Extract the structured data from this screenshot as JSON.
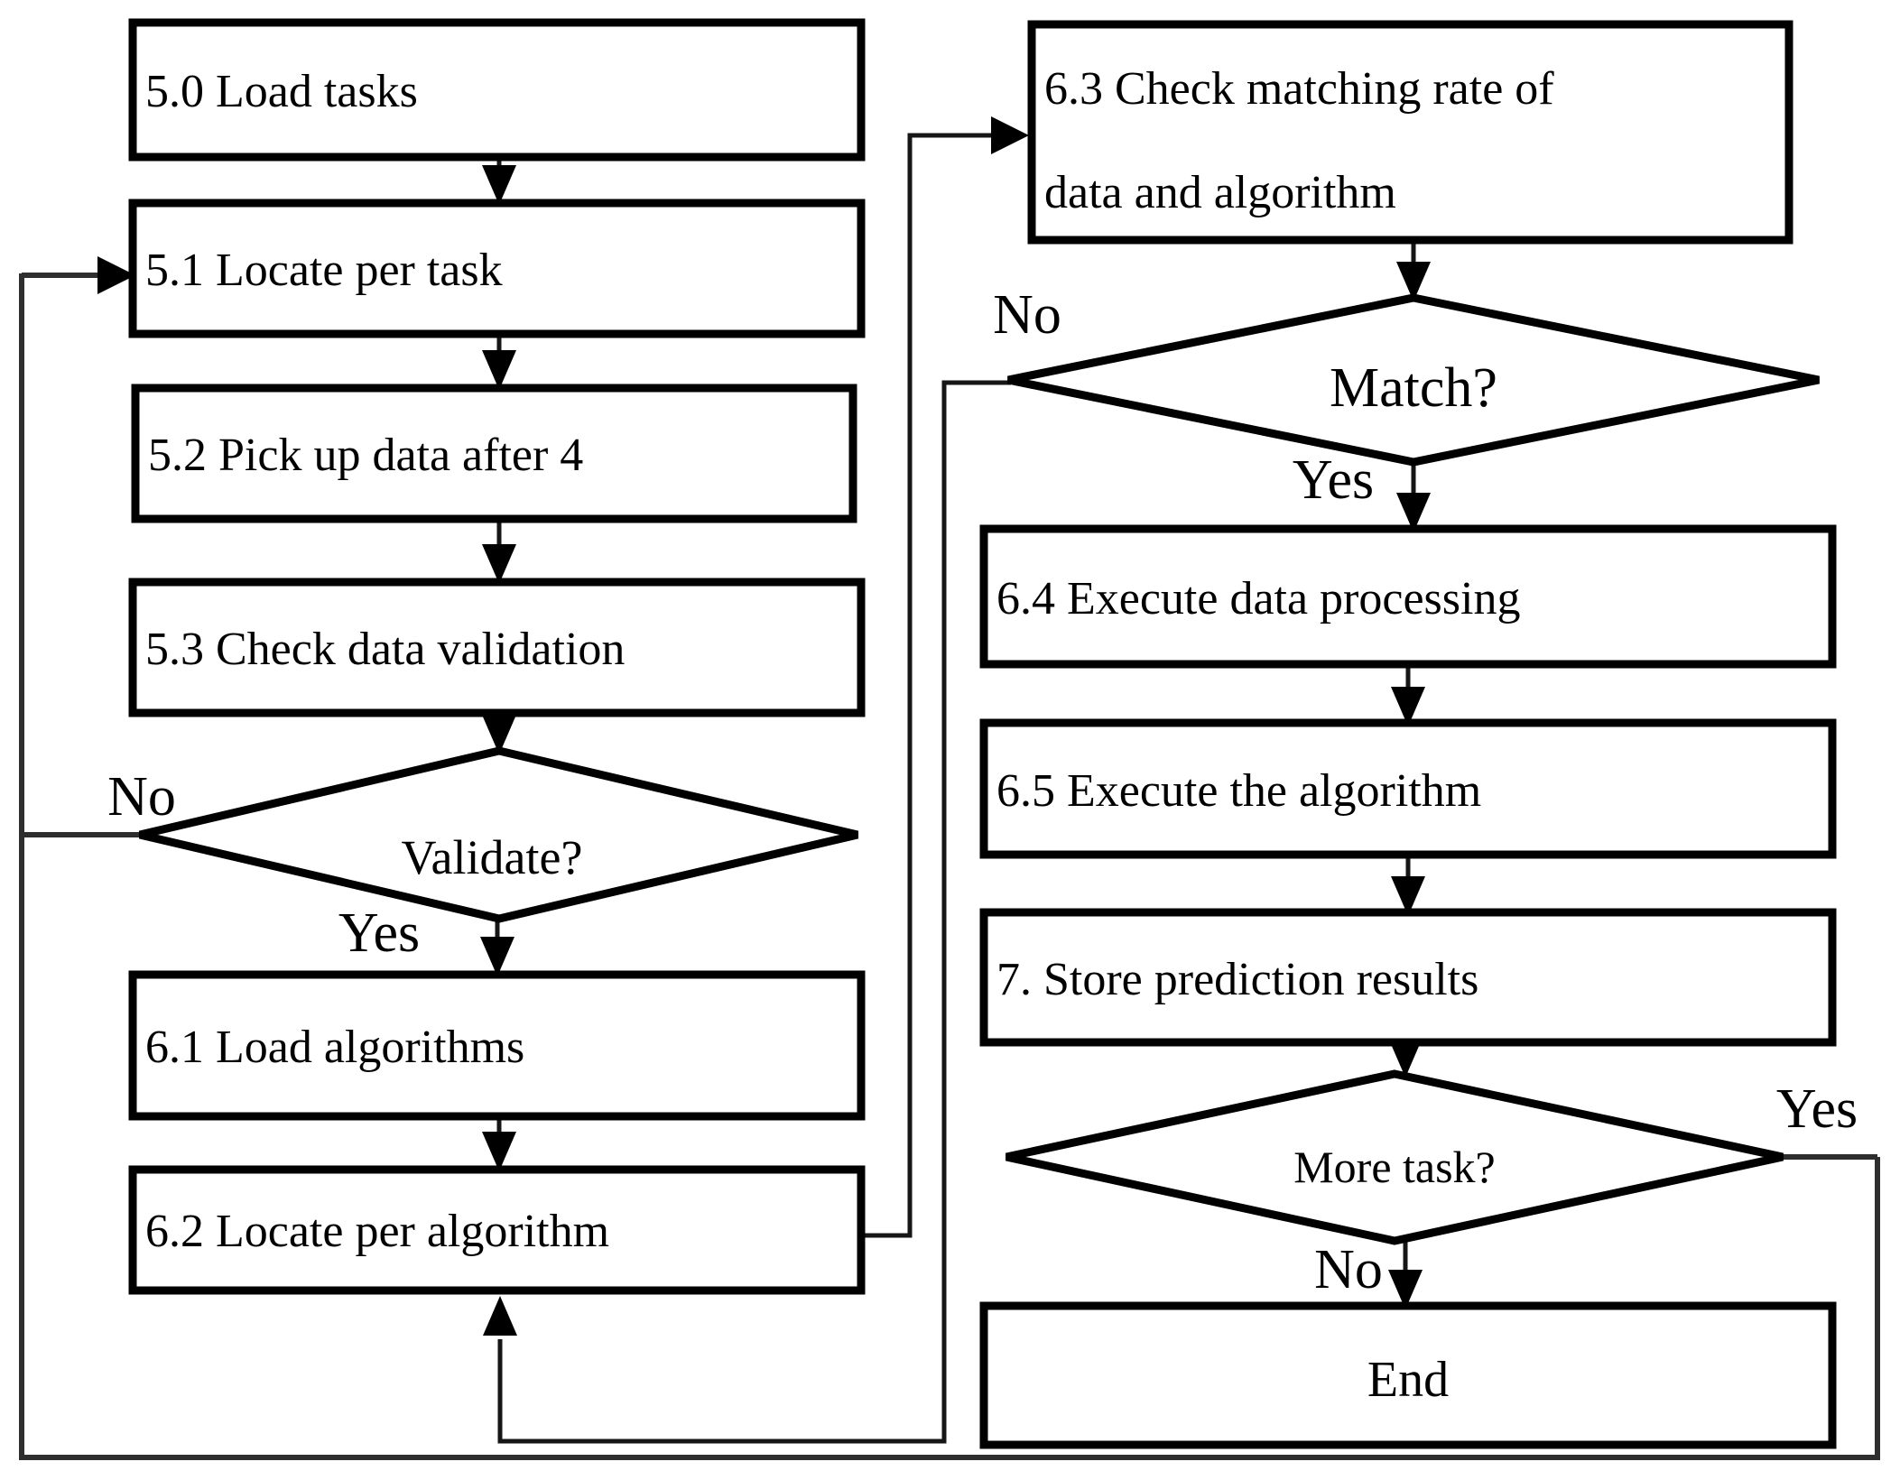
{
  "nodes": {
    "load_tasks": {
      "label": "5.0 Load tasks",
      "type": "process"
    },
    "locate_per_task": {
      "label": "5.1 Locate per task",
      "type": "process"
    },
    "pick_up_data": {
      "label": "5.2 Pick up data after 4",
      "type": "process"
    },
    "check_data_validation": {
      "label": "5.3 Check data validation",
      "type": "process"
    },
    "validate_decision": {
      "label": "Validate?",
      "type": "decision"
    },
    "load_algorithms": {
      "label": "6.1 Load algorithms",
      "type": "process"
    },
    "locate_per_algorithm": {
      "label": "6.2 Locate per algorithm",
      "type": "process"
    },
    "check_matching": {
      "label_line1": "6.3 Check matching rate of",
      "label_line2": "data and algorithm",
      "type": "process"
    },
    "match_decision": {
      "label": "Match?",
      "type": "decision"
    },
    "execute_data_processing": {
      "label": "6.4 Execute data processing",
      "type": "process"
    },
    "execute_algorithm": {
      "label": "6.5 Execute the algorithm",
      "type": "process"
    },
    "store_prediction": {
      "label": "7. Store prediction results",
      "type": "process"
    },
    "more_task_decision": {
      "label": "More task?",
      "type": "decision"
    },
    "end": {
      "label": "End",
      "type": "terminator"
    }
  },
  "edge_labels": {
    "validate_no": "No",
    "validate_yes": "Yes",
    "match_no": "No",
    "match_yes": "Yes",
    "more_task_yes": "Yes",
    "more_task_no": "No"
  },
  "edges": [
    {
      "from": "5.0 Load tasks",
      "to": "5.1 Locate per task",
      "label": ""
    },
    {
      "from": "5.1 Locate per task",
      "to": "5.2 Pick up data after 4",
      "label": ""
    },
    {
      "from": "5.2 Pick up data after 4",
      "to": "5.3 Check data validation",
      "label": ""
    },
    {
      "from": "5.3 Check data validation",
      "to": "Validate?",
      "label": ""
    },
    {
      "from": "Validate?",
      "to": "5.1 Locate per task",
      "label": "No"
    },
    {
      "from": "Validate?",
      "to": "6.1 Load algorithms",
      "label": "Yes"
    },
    {
      "from": "6.1 Load algorithms",
      "to": "6.2 Locate per algorithm",
      "label": ""
    },
    {
      "from": "6.2 Locate per algorithm",
      "to": "6.3 Check matching rate of data and algorithm",
      "label": ""
    },
    {
      "from": "6.3 Check matching rate of data and algorithm",
      "to": "Match?",
      "label": ""
    },
    {
      "from": "Match?",
      "to": "6.2 Locate per algorithm",
      "label": "No"
    },
    {
      "from": "Match?",
      "to": "6.4 Execute data processing",
      "label": "Yes"
    },
    {
      "from": "6.4 Execute data processing",
      "to": "6.5 Execute the algorithm",
      "label": ""
    },
    {
      "from": "6.5 Execute the algorithm",
      "to": "7. Store prediction results",
      "label": ""
    },
    {
      "from": "7. Store prediction results",
      "to": "More task?",
      "label": ""
    },
    {
      "from": "More task?",
      "to": "5.1 Locate per task",
      "label": "Yes"
    },
    {
      "from": "More task?",
      "to": "End",
      "label": "No"
    }
  ],
  "colors": {
    "shape_stroke": "#000000",
    "shape_fill": "#ffffff",
    "connector": "#161616",
    "loop_rail": "#2e2e2e",
    "background": "#ffffff"
  }
}
